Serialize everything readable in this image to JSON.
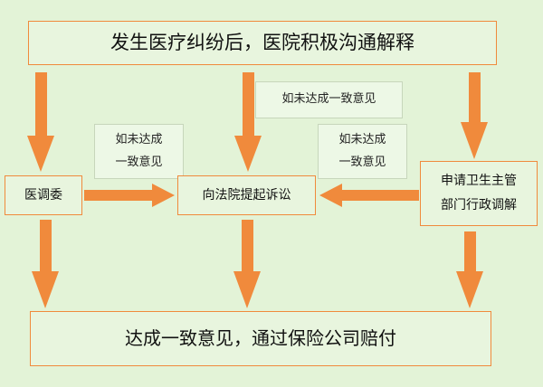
{
  "nodes": {
    "start": "发生医疗纠纷后，医院积极沟通解释",
    "mediation": "医调委",
    "court": "向法院提起诉讼",
    "health_admin": "申请卫生主管\n部门行政调解",
    "end": "达成一致意见，通过保险公司赔付"
  },
  "notes": {
    "left": "如未达成\n一致意见",
    "top": "如未达成一致意见",
    "right": "如未达成\n一致意见"
  },
  "colors": {
    "background": "#e3f3d7",
    "box_border": "#f08a3c",
    "arrow": "#f08a3c",
    "text": "#111111",
    "note_border": "#c7d6bb"
  }
}
